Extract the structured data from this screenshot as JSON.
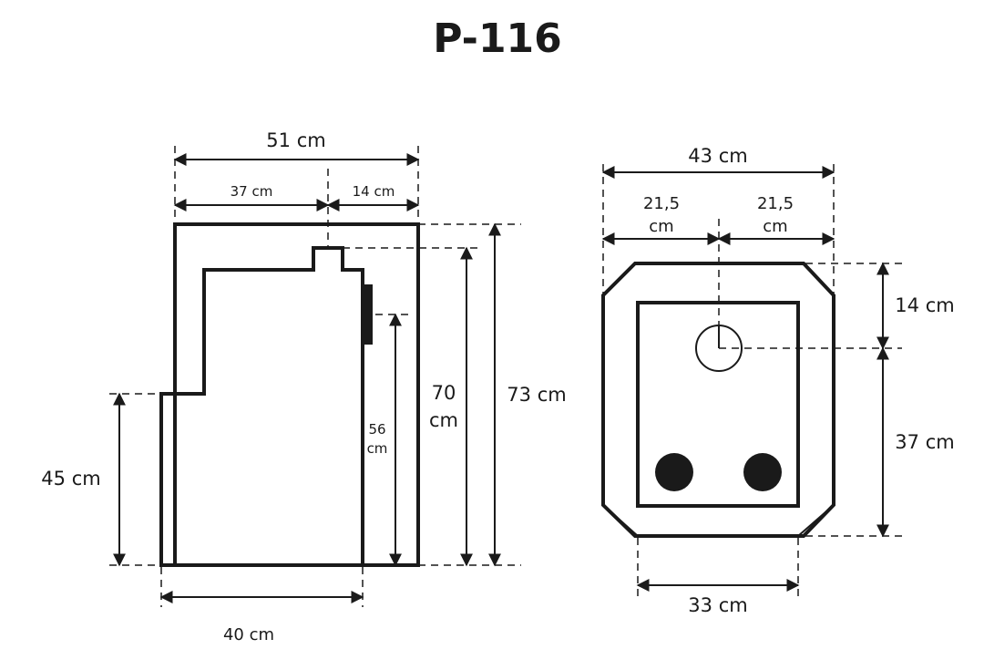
{
  "title": "P-116",
  "side_view": {
    "width_total": "51 cm",
    "width_left": "37 cm",
    "width_right": "14 cm",
    "height_front": "45 cm",
    "height_inner_line1": "56",
    "height_inner_line2": "cm",
    "height_body_line1": "70",
    "height_body_line2": "cm",
    "height_total": "73 cm",
    "base_width": "40 cm"
  },
  "top_view": {
    "width_total": "43 cm",
    "half_left_line1": "21,5",
    "half_left_line2": "cm",
    "half_right_line1": "21,5",
    "half_right_line2": "cm",
    "depth_back": "14 cm",
    "depth_front": "37 cm",
    "inner_width": "33 cm"
  }
}
